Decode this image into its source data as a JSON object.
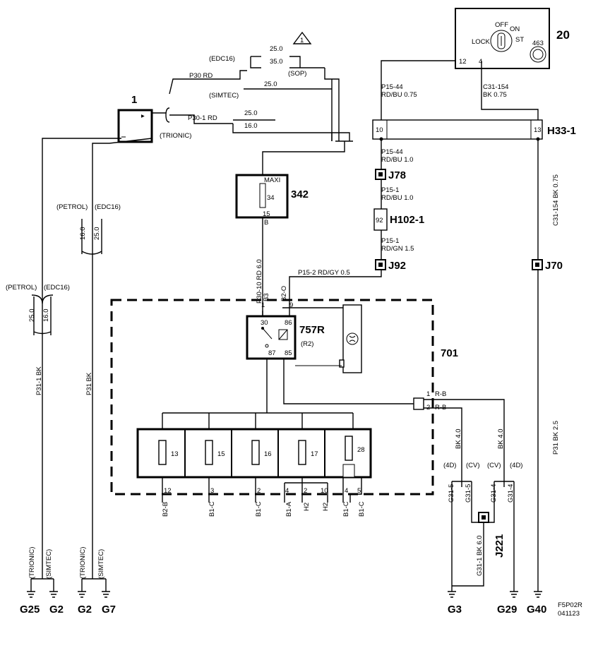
{
  "components": {
    "c1": "1",
    "c20": "20",
    "c342": "342",
    "c701": "701",
    "c757": "757R",
    "c757sub": "(R2)",
    "h33": "H33-1",
    "j78": "J78",
    "h102": "H102-1",
    "j92": "J92",
    "j70": "J70",
    "j221": "J221"
  },
  "ignition": {
    "off": "OFF",
    "on": "ON",
    "lock": "LOCK",
    "st": "ST",
    "num": "463",
    "pin12": "12",
    "pin4": "4"
  },
  "fusebox": {
    "maxi": "MAXI",
    "fuse": "34",
    "pin15": "15",
    "pinB": "B"
  },
  "variants": {
    "edc16": "(EDC16)",
    "simtec": "(SIMTEC)",
    "trionic": "(TRIONIC)",
    "sop": "(SOP)",
    "petrol": "(PETROL)",
    "cv": "(CV)",
    "d4": "(4D)",
    "warning": "1"
  },
  "wires": {
    "p30rd": "P30  RD",
    "p301rd": "P30-1 RD",
    "v250a": "25.0",
    "v350": "35.0",
    "v250b": "25.0",
    "v250c": "25.0",
    "v160": "16.0",
    "p1544a": "P15-44",
    "p1544a_c": "RD/BU  0.75",
    "c31154a": "C31-154",
    "c31154a_c": "BK  0.75",
    "p1544b": "P15-44",
    "p1544b_c": "RD/BU  1.0",
    "p151a": "P15-1",
    "p151a_c": "RD/BU  1.0",
    "p151b": "P15-1",
    "p151b_c": "RD/GN  1.5",
    "p152": "P15-2 RD/GY  0.5",
    "c31154v": "C31-154  BK  0.75",
    "p3010": "P30-10  RD  6.0",
    "p311": "P31-1  BK",
    "p31": "P31  BK",
    "p31bk": "P31  BK  2.5",
    "bk4a": "BK  4.0",
    "bk4b": "BK  4.0",
    "g311": "G31-1  BK  6.0",
    "g315a": "G31-5",
    "g315b": "G31-5",
    "g314a": "G31-4",
    "g314b": "G31-4",
    "l16a": "16.0",
    "l25a": "25.0",
    "l25b": "25.0",
    "l16b": "16.0"
  },
  "connectors": {
    "h10": "10",
    "h13": "13",
    "h92": "92",
    "b3": "B3",
    "b2o": "B2-O",
    "p9": "9",
    "p1": "1",
    "r30": "30",
    "r86": "86",
    "r85": "85",
    "r87": "87",
    "rb1n": "1",
    "rb1": "R-B",
    "rb2n": "2",
    "rb2": "R-B"
  },
  "fuses": [
    "13",
    "15",
    "16",
    "17",
    "28"
  ],
  "fusepins": {
    "p12": "12",
    "p3": "3",
    "p2a": "2",
    "p4a": "4",
    "p2b": "2",
    "p10": "10",
    "p4b": "4",
    "p5": "5",
    "l_b2b": "B2-B",
    "l_b1c1": "B1-C",
    "l_b1c2": "B1-C",
    "l_b1a": "B1-A",
    "l_h2a": "H2",
    "l_h2b": "H2",
    "l_b1c3": "B1-C",
    "l_b1c4": "B1-C"
  },
  "grounds": [
    "G25",
    "G2",
    "G2",
    "G7",
    "G3",
    "G29",
    "G40"
  ],
  "footer": {
    "code": "F5P02R",
    "date": "041123"
  }
}
